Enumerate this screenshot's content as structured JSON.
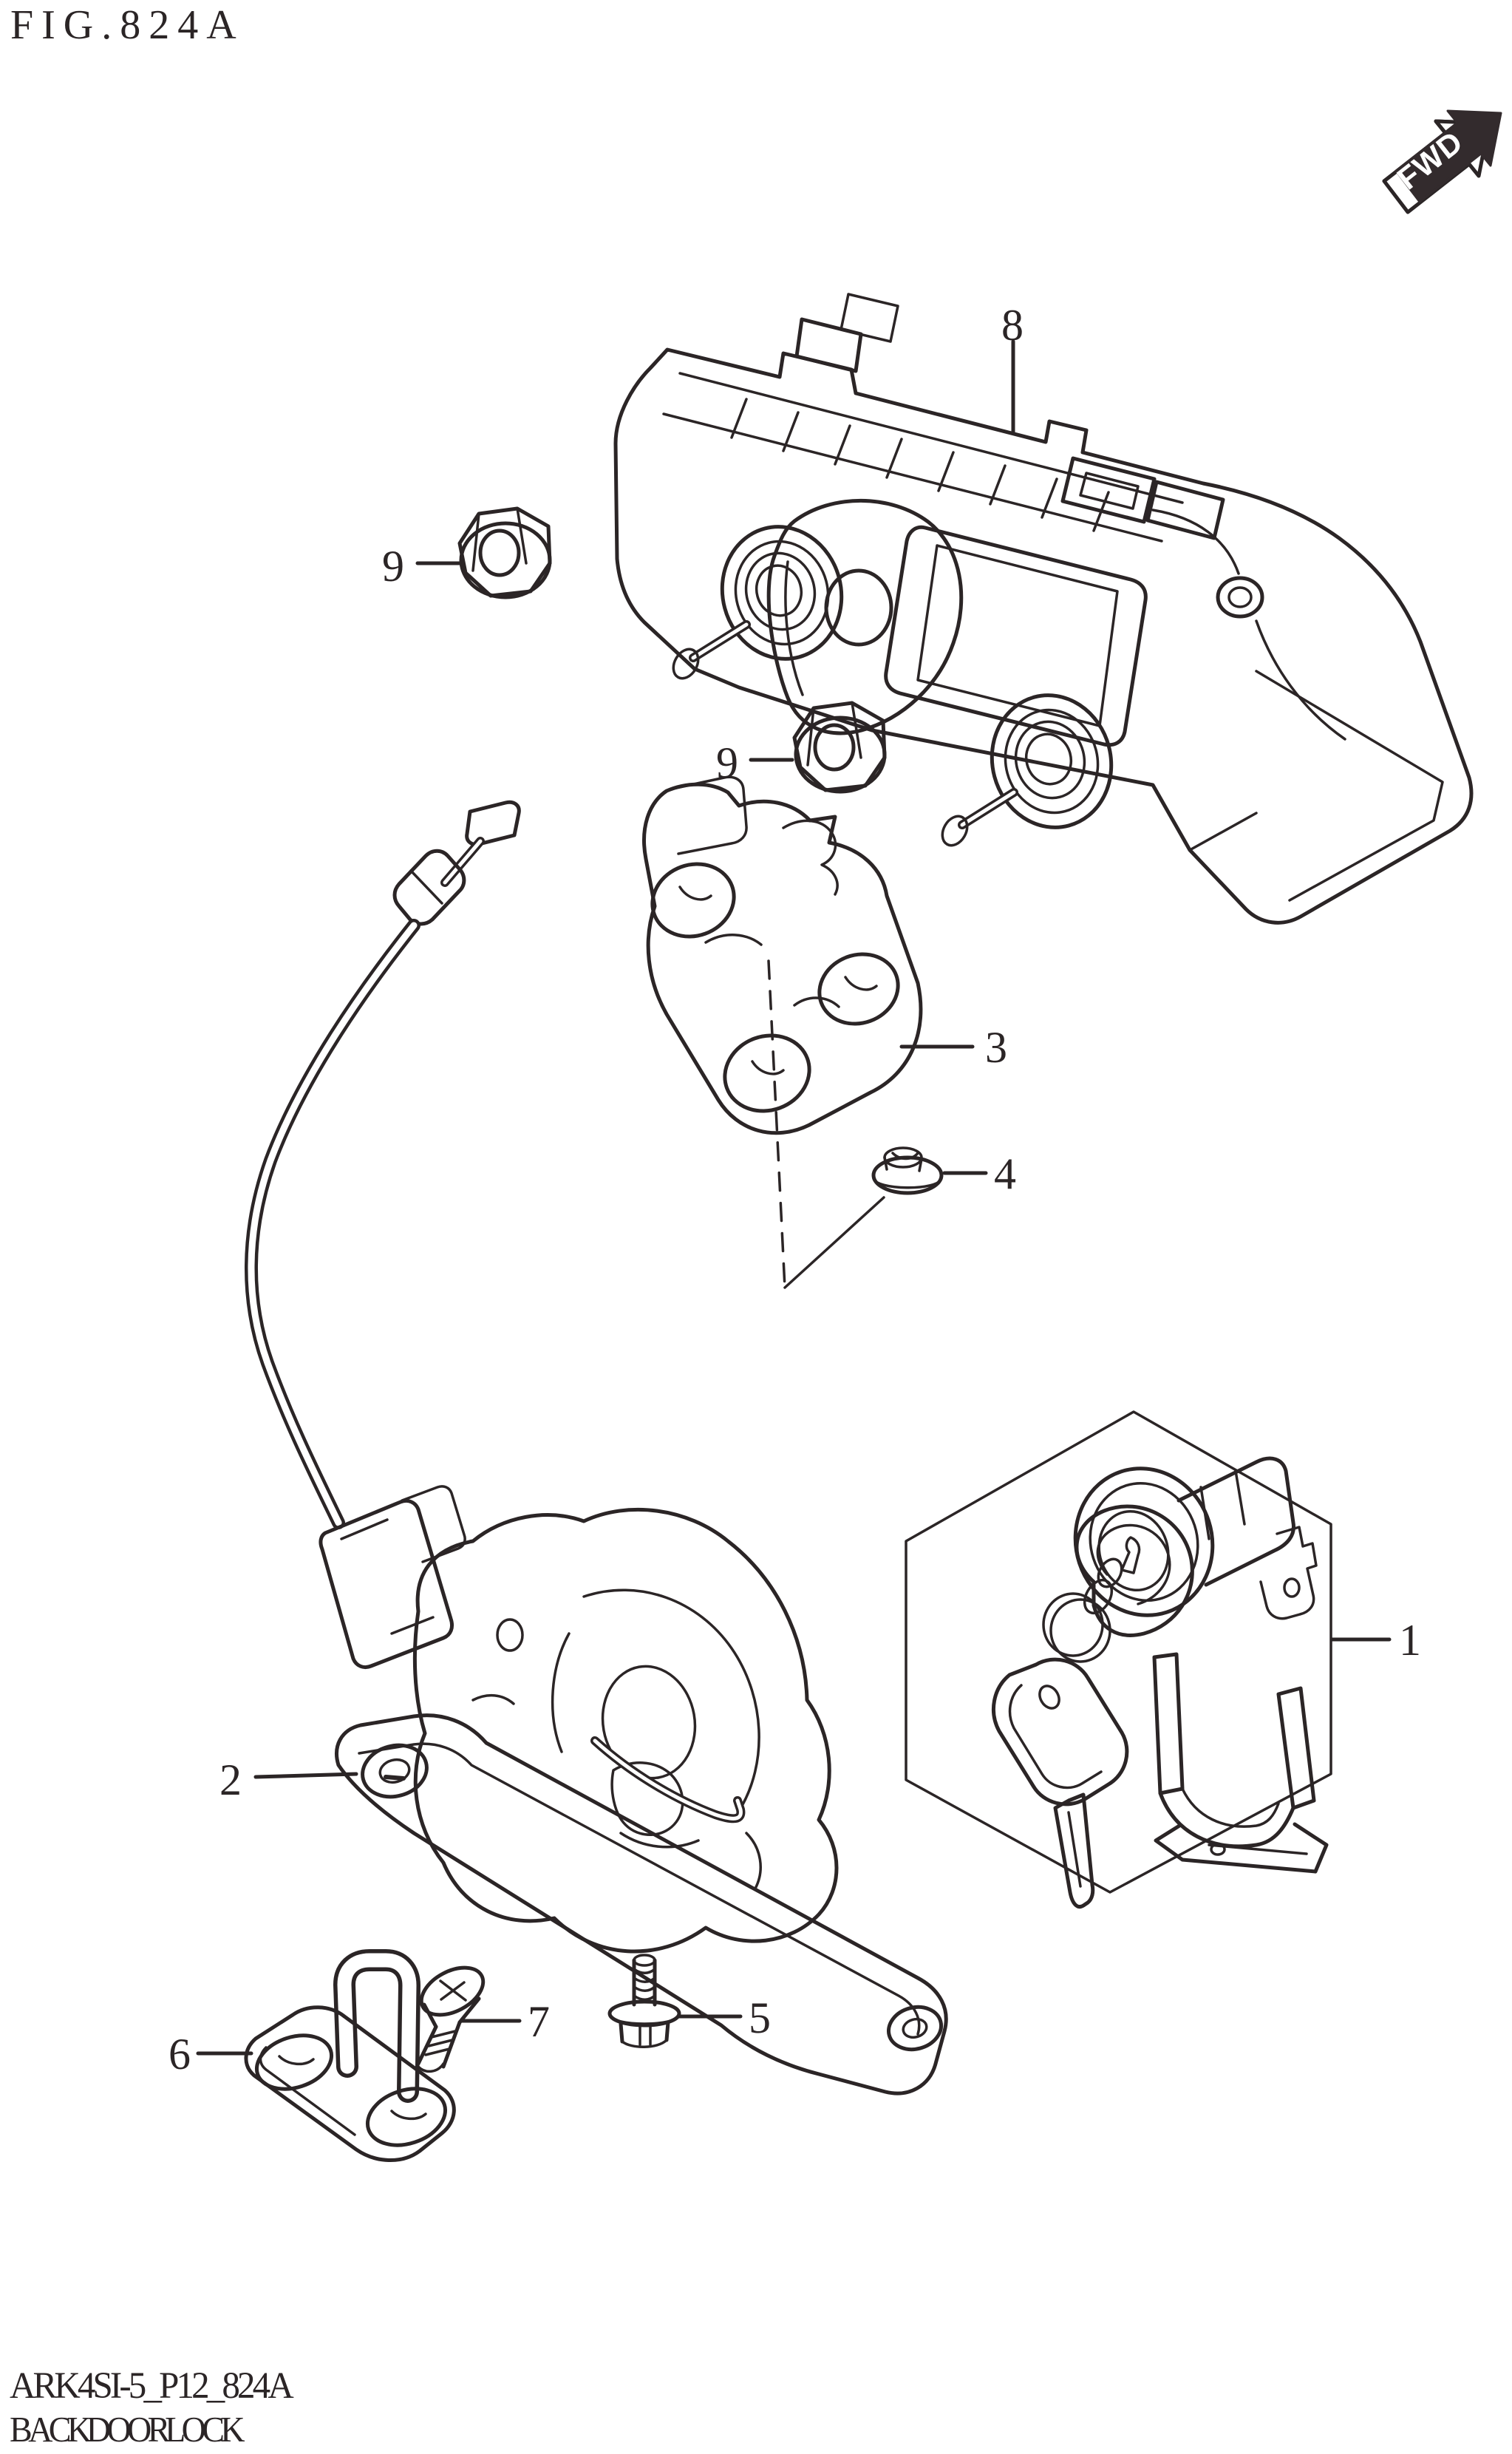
{
  "figure": {
    "title": "FIG.824A"
  },
  "fwd": {
    "label": "FWD"
  },
  "callouts": {
    "n1": "1",
    "n2": "2",
    "n3": "3",
    "n4": "4",
    "n5": "5",
    "n6": "6",
    "n7": "7",
    "n8": "8",
    "n9": "9"
  },
  "footer": {
    "code": "ARK4SI-5_P12_824A",
    "caption": "BACK DOOR LOCK"
  },
  "colors": {
    "line": "#2b2526",
    "paper": "#ffffff",
    "arrow_face": "#332b2d"
  }
}
